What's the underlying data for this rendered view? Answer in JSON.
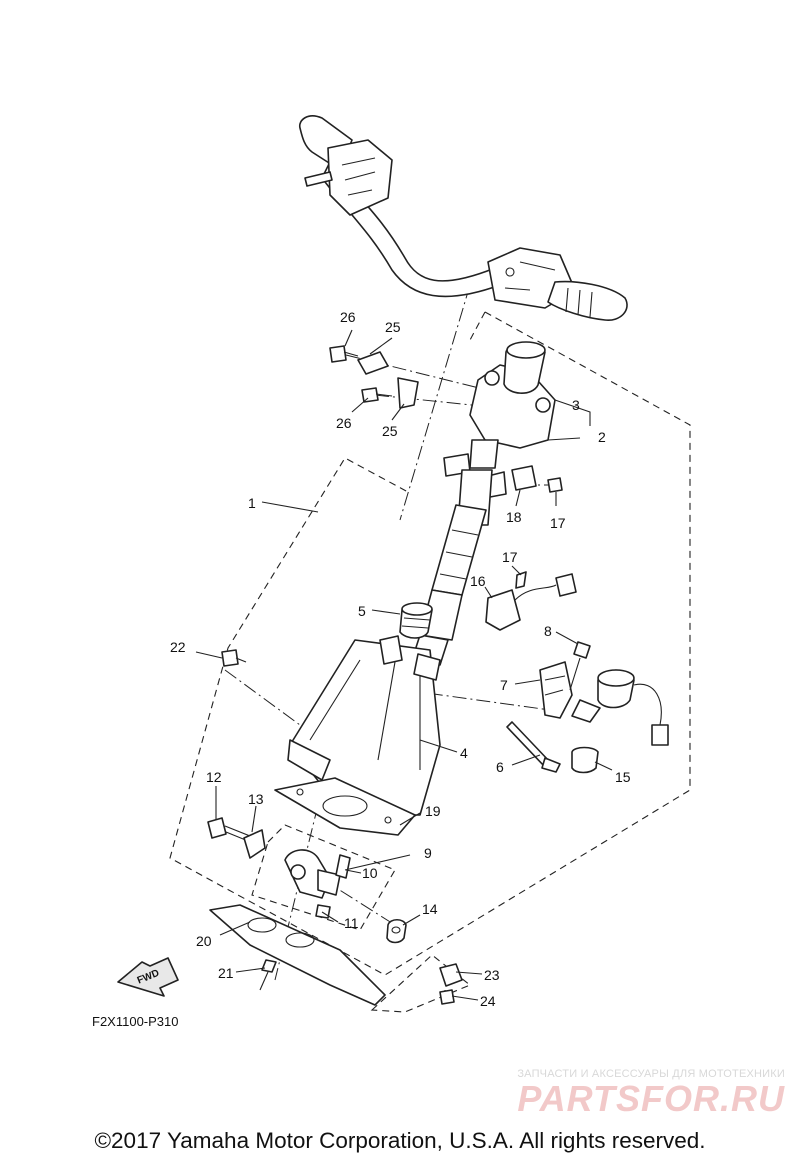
{
  "diagram": {
    "drawing_code": "F2X1100-P310",
    "fwd_label": "FWD",
    "callouts": [
      "1",
      "2",
      "3",
      "4",
      "5",
      "6",
      "7",
      "8",
      "9",
      "10",
      "11",
      "12",
      "13",
      "14",
      "15",
      "16",
      "17",
      "17",
      "18",
      "19",
      "20",
      "21",
      "22",
      "23",
      "24",
      "25",
      "25",
      "26",
      "26"
    ]
  },
  "watermark": {
    "tagline": "ЗАПЧАСТИ И АКСЕССУАРЫ ДЛЯ МОТОТЕХНИКИ",
    "brand": "PARTSFOR.RU"
  },
  "footer": {
    "copyright": "©2017 Yamaha Motor Corporation, U.S.A. All rights reserved."
  },
  "colors": {
    "line": "#222222",
    "watermark_logo": "#f2c9c9",
    "watermark_text": "#d8d8d8"
  }
}
